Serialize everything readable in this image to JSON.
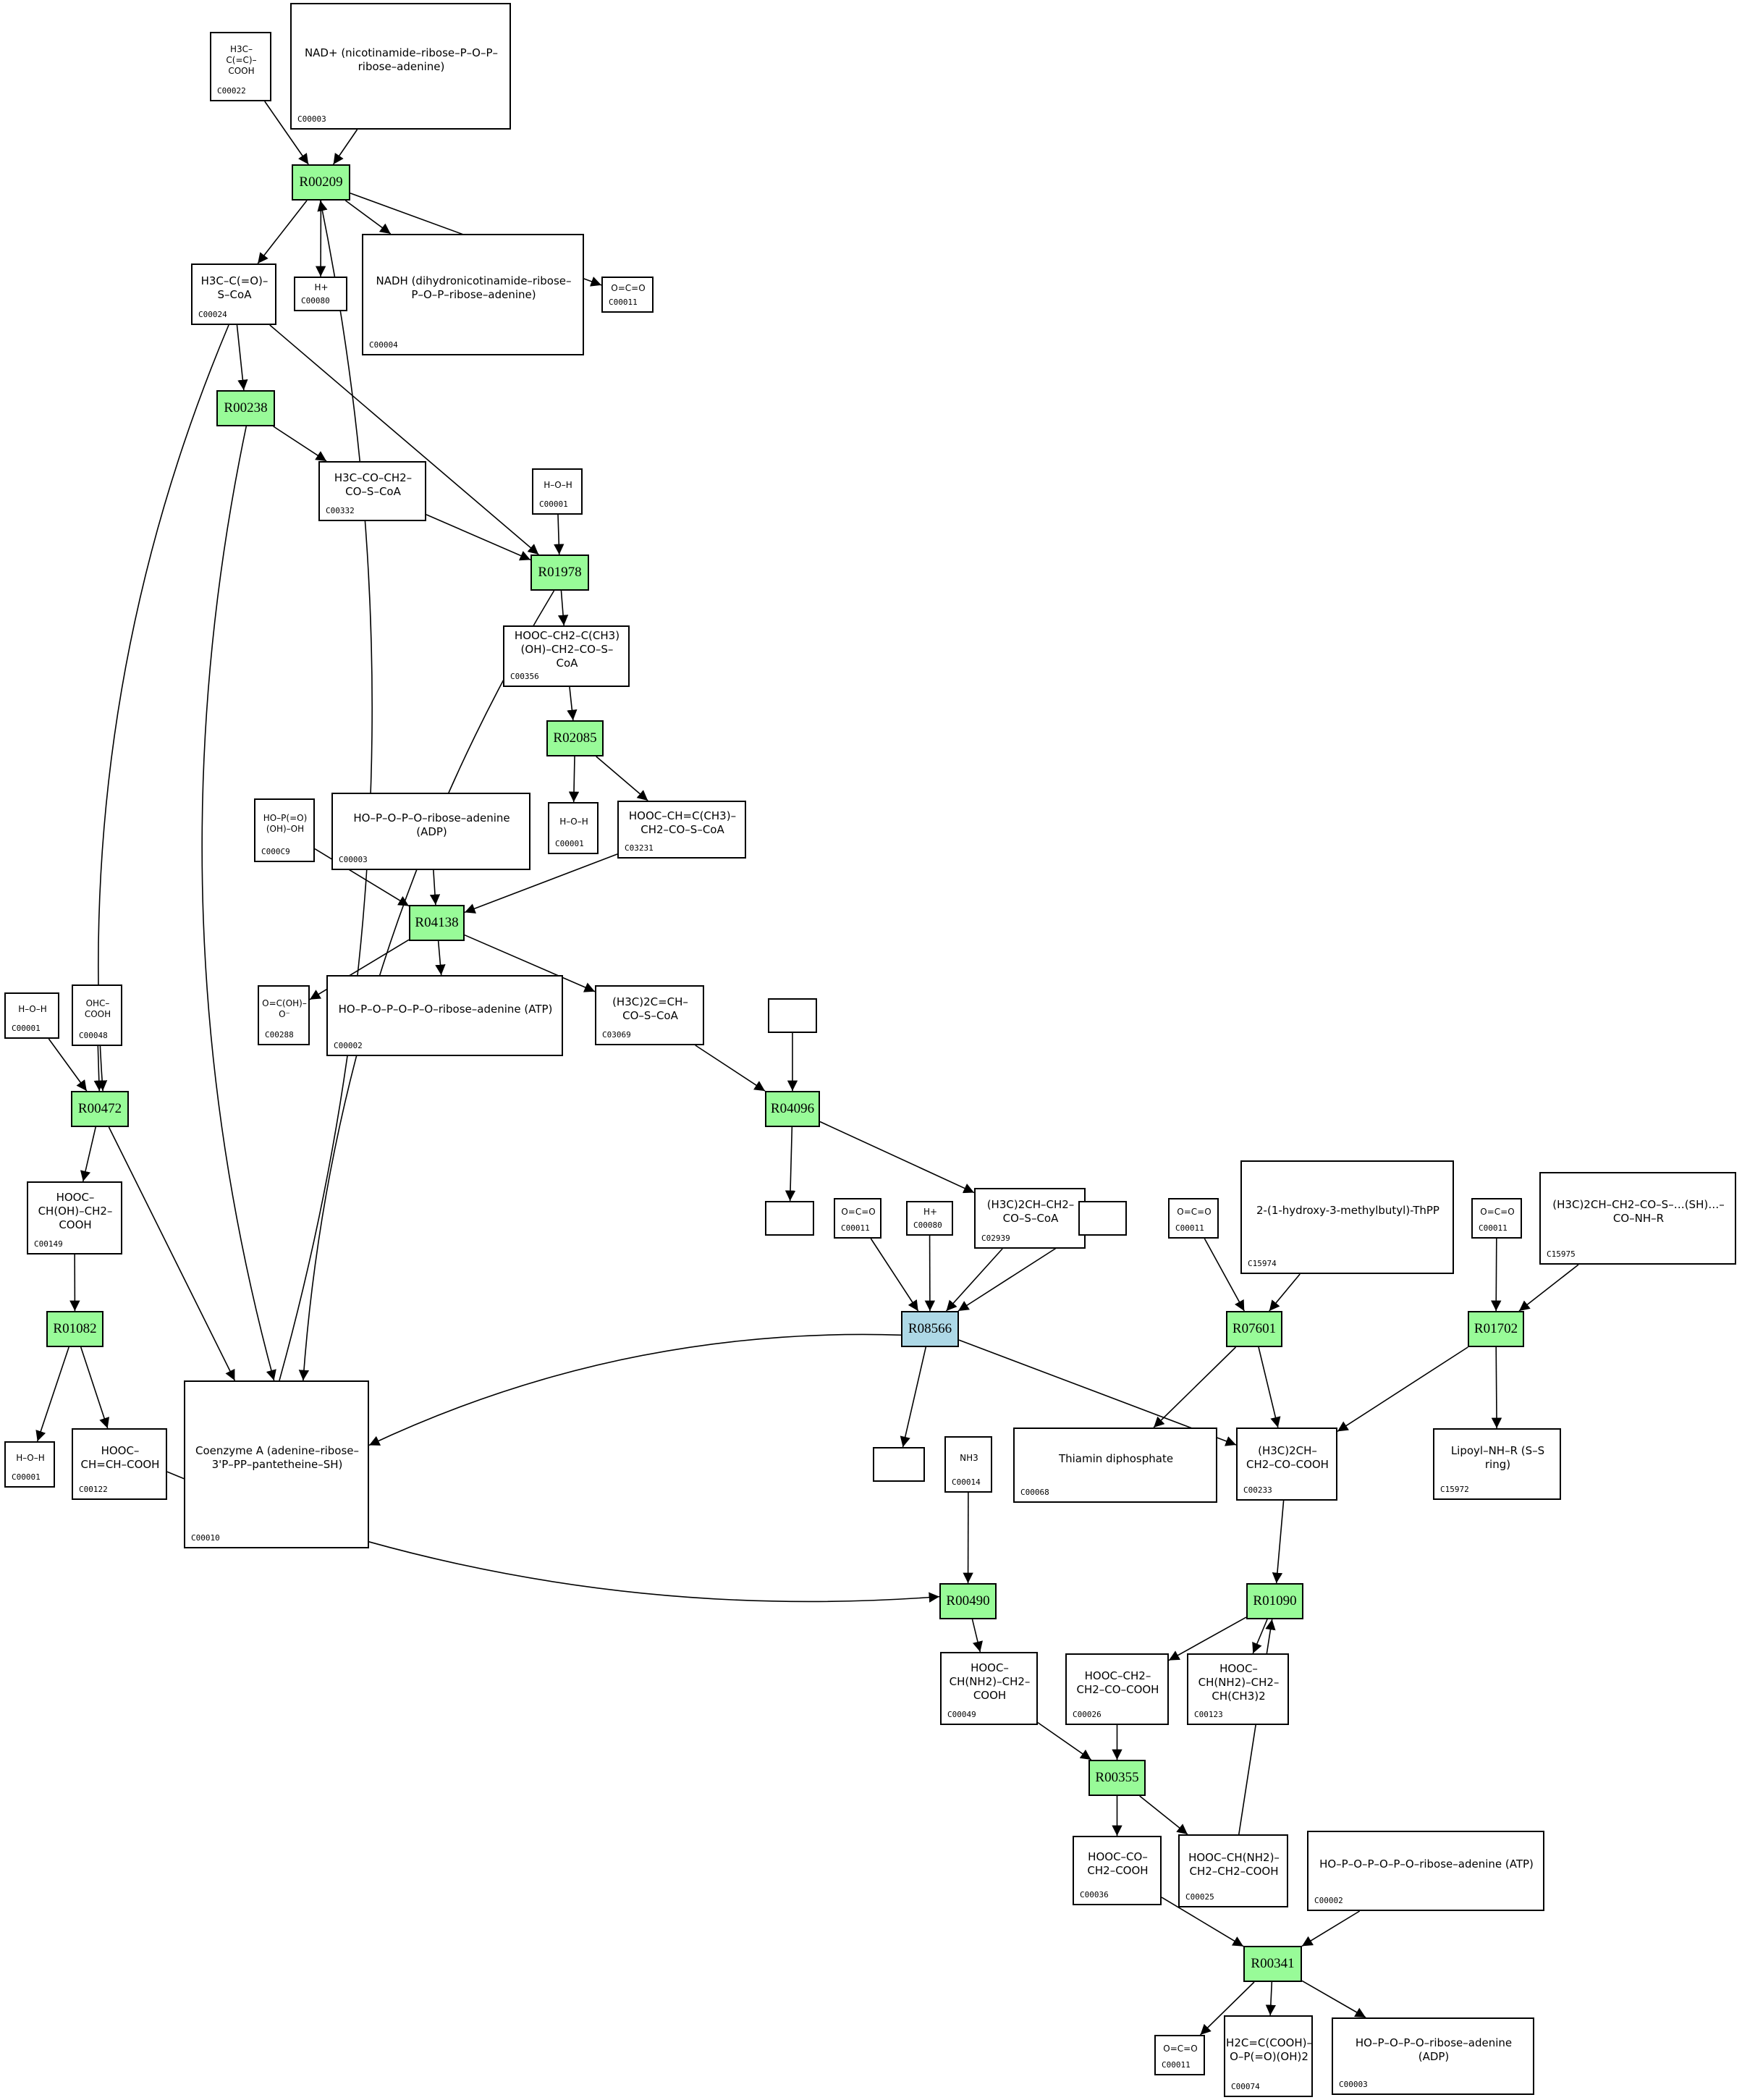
{
  "colors": {
    "reaction": "#98fb98",
    "reaction_highlight": "#add8e6",
    "edge": "#000000"
  },
  "reactions": [
    {
      "id": "R00209",
      "style": "reaction"
    },
    {
      "id": "R00238",
      "style": "reaction"
    },
    {
      "id": "R01978",
      "style": "reaction"
    },
    {
      "id": "R02085",
      "style": "reaction"
    },
    {
      "id": "R04138",
      "style": "reaction"
    },
    {
      "id": "R00472",
      "style": "reaction"
    },
    {
      "id": "R01082",
      "style": "reaction"
    },
    {
      "id": "R04096",
      "style": "reaction"
    },
    {
      "id": "R08566",
      "style": "reaction_highlight"
    },
    {
      "id": "R07601",
      "style": "reaction"
    },
    {
      "id": "R01702",
      "style": "reaction"
    },
    {
      "id": "R00490",
      "style": "reaction"
    },
    {
      "id": "R01090",
      "style": "reaction"
    },
    {
      "id": "R00355",
      "style": "reaction"
    },
    {
      "id": "R00341",
      "style": "reaction"
    }
  ],
  "compounds": [
    {
      "key": "c00022",
      "id": "C00022",
      "formula": "H3C–C(=C)–COOH"
    },
    {
      "key": "c00003a",
      "id": "C00003",
      "formula": "NAD+ (nicotinamide–ribose–P–O–P–ribose–adenine)"
    },
    {
      "key": "c00024",
      "id": "C00024",
      "formula": "H3C–C(=O)–S–CoA"
    },
    {
      "key": "c00080a",
      "id": "C00080",
      "formula": "H+"
    },
    {
      "key": "c00004",
      "id": "C00004",
      "formula": "NADH (dihydronicotinamide–ribose–P–O–P–ribose–adenine)"
    },
    {
      "key": "c00011a",
      "id": "C00011",
      "formula": "O=C=O"
    },
    {
      "key": "c00332",
      "id": "C00332",
      "formula": "H3C–CO–CH2–CO–S–CoA"
    },
    {
      "key": "c00001a",
      "id": "C00001",
      "formula": "H–O–H"
    },
    {
      "key": "c00356",
      "id": "C00356",
      "formula": "HOOC–CH2–C(CH3)(OH)–CH2–CO–S–CoA"
    },
    {
      "key": "c00001b",
      "id": "C00001",
      "formula": "H–O–H"
    },
    {
      "key": "c03231",
      "id": "C03231",
      "formula": "HOOC–CH=C(CH3)–CH2–CO–S–CoA"
    },
    {
      "key": "c00009",
      "id": "C000C9",
      "formula": "HO–P(=O)(OH)–OH"
    },
    {
      "key": "c00003b",
      "id": "C00003",
      "formula": "HO–P–O–P–O–ribose–adenine (ADP)"
    },
    {
      "key": "c00288",
      "id": "C00288",
      "formula": "O=C(OH)–O⁻"
    },
    {
      "key": "c00002a",
      "id": "C00002",
      "formula": "HO–P–O–P–O–P–O–ribose–adenine (ATP)"
    },
    {
      "key": "c03069",
      "id": "C03069",
      "formula": "(H3C)2C=CH–CO–S–CoA"
    },
    {
      "key": "c00001c",
      "id": "C00001",
      "formula": "H–O–H"
    },
    {
      "key": "c00048",
      "id": "C00048",
      "formula": "OHC–COOH"
    },
    {
      "key": "c00149",
      "id": "C00149",
      "formula": "HOOC–CH(OH)–CH2–COOH"
    },
    {
      "key": "c00001d",
      "id": "C00001",
      "formula": "H–O–H"
    },
    {
      "key": "c00122",
      "id": "C00122",
      "formula": "HOOC–CH=CH–COOH"
    },
    {
      "key": "c00010",
      "id": "C00010",
      "formula": "Coenzyme A (adenine–ribose–3'P–PP–pantetheine–SH)"
    },
    {
      "key": "blank1",
      "id": "",
      "formula": ""
    },
    {
      "key": "blank2",
      "id": "",
      "formula": ""
    },
    {
      "key": "c00011b",
      "id": "C00011",
      "formula": "O=C=O"
    },
    {
      "key": "c00080b",
      "id": "C00080",
      "formula": "H+"
    },
    {
      "key": "c02939",
      "id": "C02939",
      "formula": "(H3C)2CH–CH2–CO–S–CoA"
    },
    {
      "key": "blank3",
      "id": "",
      "formula": ""
    },
    {
      "key": "c00011c",
      "id": "C00011",
      "formula": "O=C=O"
    },
    {
      "key": "c15974",
      "id": "C15974",
      "formula": "2-(1-hydroxy-3-methylbutyl)-ThPP"
    },
    {
      "key": "c00011d",
      "id": "C00011",
      "formula": "O=C=O"
    },
    {
      "key": "c15975",
      "id": "C15975",
      "formula": "(H3C)2CH–CH2–CO–S–…(SH)…–CO–NH–R"
    },
    {
      "key": "blank4",
      "id": "",
      "formula": ""
    },
    {
      "key": "c00014",
      "id": "C00014",
      "formula": "NH3"
    },
    {
      "key": "c00068",
      "id": "C00068",
      "formula": "Thiamin diphosphate"
    },
    {
      "key": "c00233",
      "id": "C00233",
      "formula": "(H3C)2CH–CH2–CO–COOH"
    },
    {
      "key": "c15972",
      "id": "C15972",
      "formula": "Lipoyl–NH–R (S–S ring)"
    },
    {
      "key": "c00049",
      "id": "C00049",
      "formula": "HOOC–CH(NH2)–CH2–COOH"
    },
    {
      "key": "c00026",
      "id": "C00026",
      "formula": "HOOC–CH2–CH2–CO–COOH"
    },
    {
      "key": "c00123",
      "id": "C00123",
      "formula": "HOOC–CH(NH2)–CH2–CH(CH3)2"
    },
    {
      "key": "c00036",
      "id": "C00036",
      "formula": "HOOC–CO–CH2–COOH"
    },
    {
      "key": "c00025",
      "id": "C00025",
      "formula": "HOOC–CH(NH2)–CH2–CH2–COOH"
    },
    {
      "key": "c00002b",
      "id": "C00002",
      "formula": "HO–P–O–P–O–P–O–ribose–adenine (ATP)"
    },
    {
      "key": "c00011e",
      "id": "C00011",
      "formula": "O=C=O"
    },
    {
      "key": "c00074",
      "id": "C00074",
      "formula": "H2C=C(COOH)–O–P(=O)(OH)2"
    },
    {
      "key": "c00003c",
      "id": "C00003",
      "formula": "HO–P–O–P–O–ribose–adenine (ADP)"
    }
  ],
  "edges": [
    [
      "c00022",
      "R00209"
    ],
    [
      "c00003a",
      "R00209"
    ],
    [
      "R00209",
      "c00024"
    ],
    [
      "R00209",
      "c00080a"
    ],
    [
      "R00209",
      "c00004"
    ],
    [
      "R00209",
      "c00011a"
    ],
    [
      "c00010",
      "R00209"
    ],
    [
      "c00024",
      "R00238"
    ],
    [
      "c00024",
      "R01978"
    ],
    [
      "c00024",
      "R00472"
    ],
    [
      "R00238",
      "c00332"
    ],
    [
      "R00238",
      "c00010"
    ],
    [
      "c00332",
      "R01978"
    ],
    [
      "c00001a",
      "R01978"
    ],
    [
      "R01978",
      "c00356"
    ],
    [
      "R01978",
      "c00010"
    ],
    [
      "c00356",
      "R02085"
    ],
    [
      "R02085",
      "c00001b"
    ],
    [
      "R02085",
      "c03231"
    ],
    [
      "c00009",
      "R04138"
    ],
    [
      "c00003b",
      "R04138"
    ],
    [
      "c03231",
      "R04138"
    ],
    [
      "R04138",
      "c00288"
    ],
    [
      "R04138",
      "c00002a"
    ],
    [
      "R04138",
      "c03069"
    ],
    [
      "c00001c",
      "R00472"
    ],
    [
      "c00048",
      "R00472"
    ],
    [
      "R00472",
      "c00149"
    ],
    [
      "R00472",
      "c00010"
    ],
    [
      "c00149",
      "R01082"
    ],
    [
      "R01082",
      "c00001d"
    ],
    [
      "R01082",
      "c00122"
    ],
    [
      "c00122",
      "R00490"
    ],
    [
      "c03069",
      "R04096"
    ],
    [
      "blank1",
      "R04096"
    ],
    [
      "R04096",
      "blank2"
    ],
    [
      "R04096",
      "c02939"
    ],
    [
      "c00011b",
      "R08566"
    ],
    [
      "c00080b",
      "R08566"
    ],
    [
      "c02939",
      "R08566"
    ],
    [
      "blank3",
      "R08566"
    ],
    [
      "R08566",
      "c00010"
    ],
    [
      "R08566",
      "blank4"
    ],
    [
      "R08566",
      "c00233"
    ],
    [
      "c00011c",
      "R07601"
    ],
    [
      "c15974",
      "R07601"
    ],
    [
      "R07601",
      "c00068"
    ],
    [
      "R07601",
      "c00233"
    ],
    [
      "c00011d",
      "R01702"
    ],
    [
      "c15975",
      "R01702"
    ],
    [
      "R01702",
      "c00233"
    ],
    [
      "R01702",
      "c15972"
    ],
    [
      "c00014",
      "R00490"
    ],
    [
      "R00490",
      "c00049"
    ],
    [
      "c00233",
      "R01090"
    ],
    [
      "R01090",
      "c00026"
    ],
    [
      "R01090",
      "c00123"
    ],
    [
      "c00049",
      "R00355"
    ],
    [
      "c00026",
      "R00355"
    ],
    [
      "R00355",
      "c00036"
    ],
    [
      "R00355",
      "c00025"
    ],
    [
      "c00025",
      "R01090"
    ],
    [
      "c00036",
      "R00341"
    ],
    [
      "c00002b",
      "R00341"
    ],
    [
      "R00341",
      "c00011e"
    ],
    [
      "R00341",
      "c00074"
    ],
    [
      "R00341",
      "c00003c"
    ]
  ]
}
